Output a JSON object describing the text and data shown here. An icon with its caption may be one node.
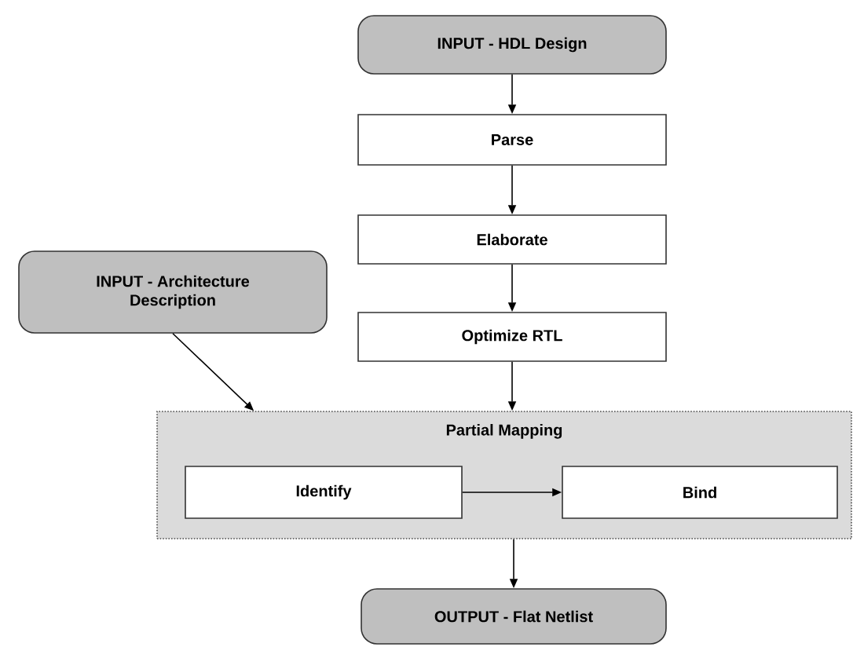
{
  "diagram": {
    "nodes": [
      {
        "text": [
          "INPUT - HDL Design"
        ]
      },
      {
        "text": [
          "Parse"
        ]
      },
      {
        "text": [
          "Elaborate"
        ]
      },
      {
        "text": [
          "Optimize RTL"
        ]
      },
      {
        "text": [
          "Partial Mapping"
        ]
      },
      {
        "text": [
          "Identify"
        ],
        "in": 4
      },
      {
        "text": [
          "Bind"
        ],
        "in": 4
      },
      {
        "text": [
          "OUTPUT - Flat Netlist"
        ]
      },
      {
        "text": [
          "INPUT - Architecture Description"
        ]
      }
    ],
    "edges": [
      {
        "from": 0,
        "to": 1,
        "arrow": "to"
      },
      {
        "from": 1,
        "to": 2,
        "arrow": "to"
      },
      {
        "from": 2,
        "to": 3,
        "arrow": "to"
      },
      {
        "from": 3,
        "to": 4,
        "arrow": "to"
      },
      {
        "from": 8,
        "to": 4,
        "arrow": "to"
      },
      {
        "from": 5,
        "to": 6,
        "arrow": "to"
      },
      {
        "from": 4,
        "to": 7,
        "arrow": "to"
      }
    ]
  }
}
